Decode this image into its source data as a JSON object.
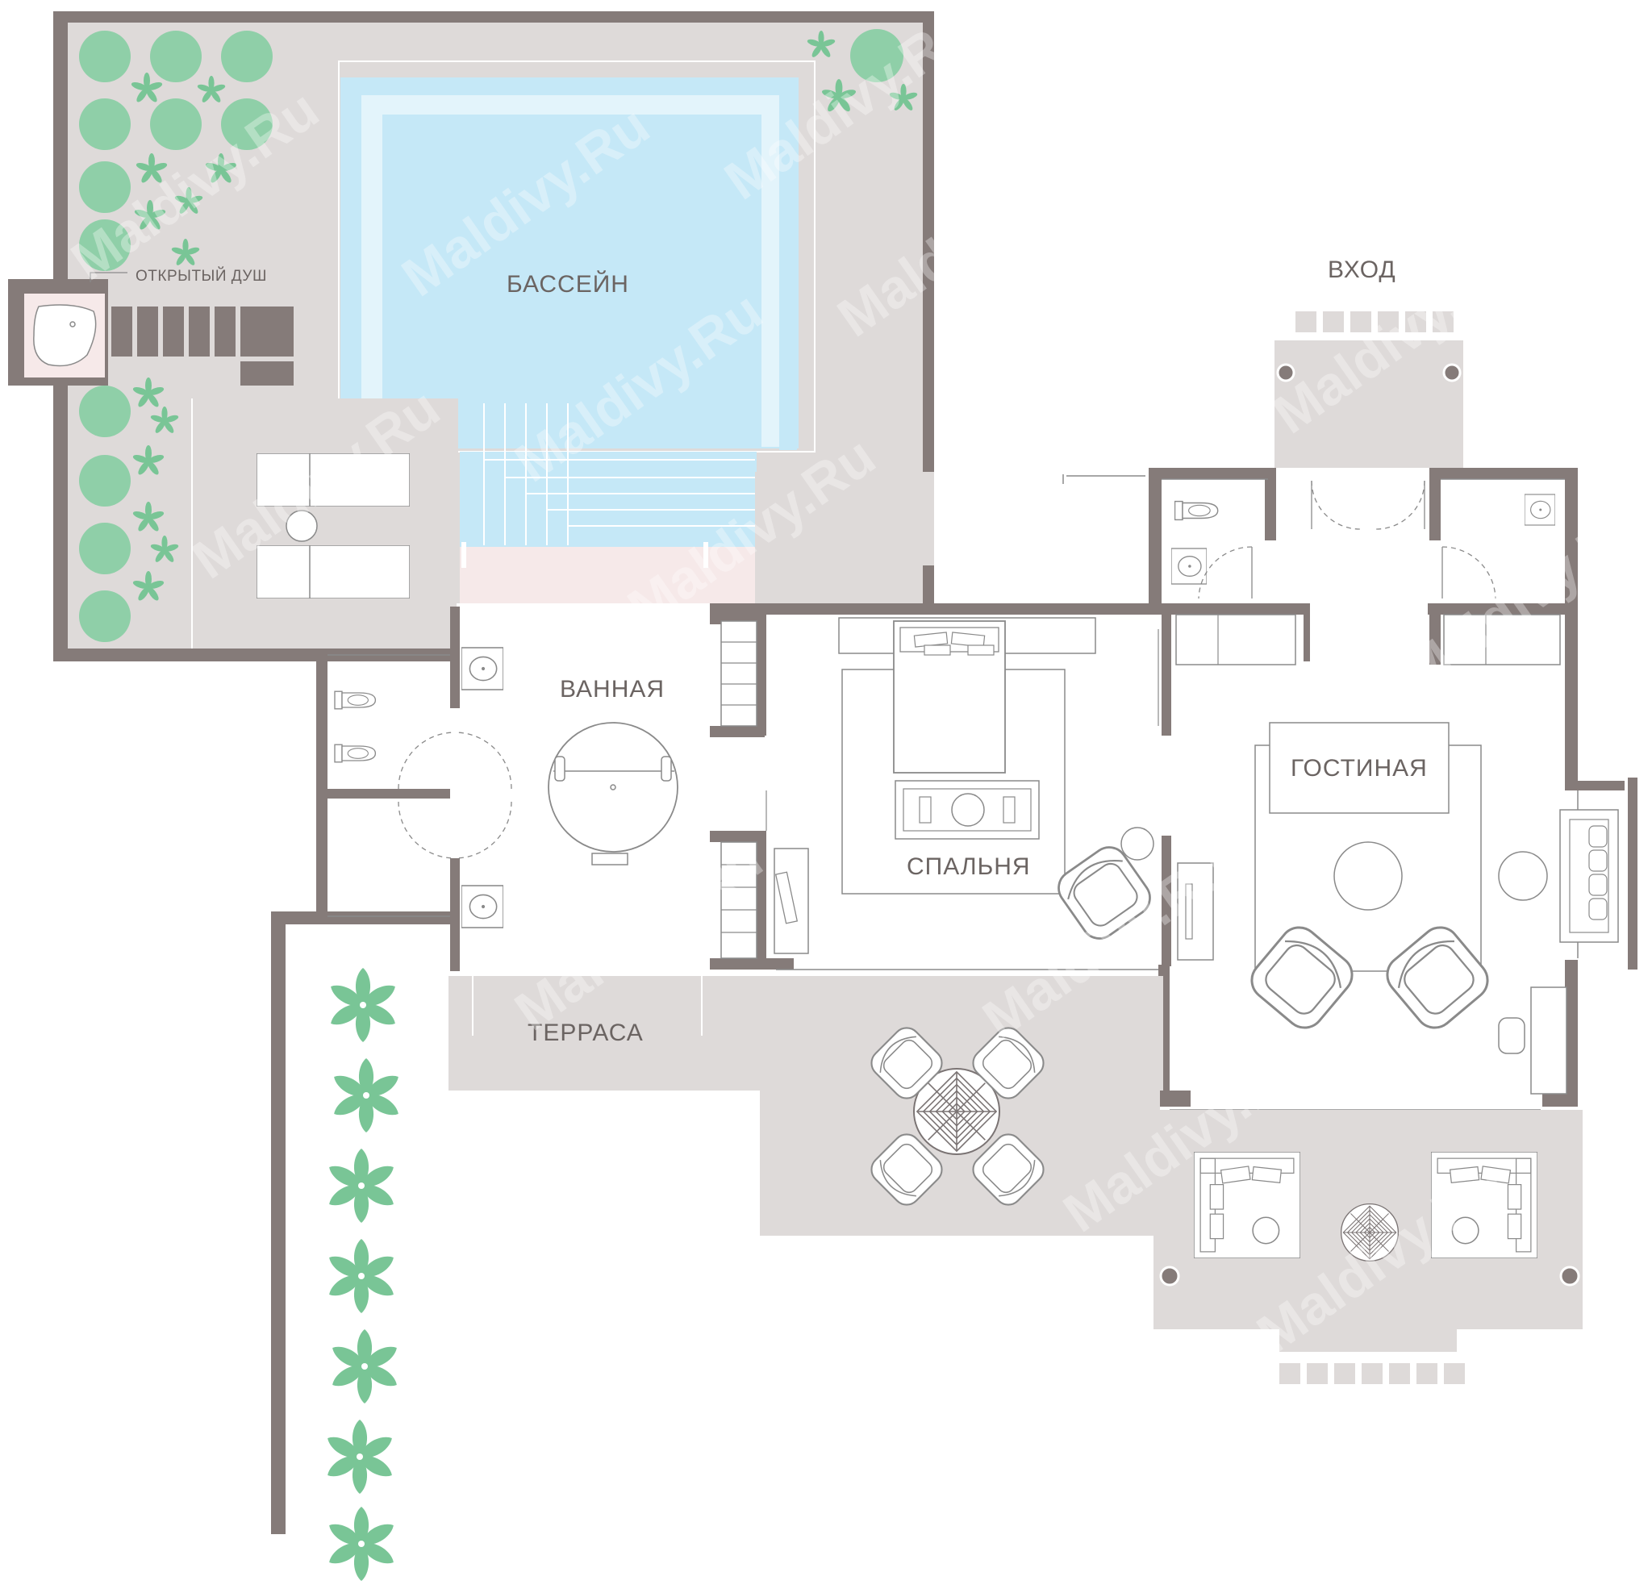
{
  "labels": {
    "pool": "БАССЕЙН",
    "outdoor_shower": "ОТКРЫТЫЙ ДУШ",
    "entrance": "ВХОД",
    "bathroom": "ВАННАЯ",
    "living_room": "ГОСТИНАЯ",
    "bedroom": "СПАЛЬНЯ",
    "terrace": "ТЕРРАСА"
  },
  "watermark": "Maldivy.Ru",
  "colors": {
    "wall": "#857b79",
    "deck": "#dedad9",
    "pool_water": "#c5e8f7",
    "pool_step": "#e3f4fb",
    "pool_edge": "#f6e9e9",
    "plant": "#8fcfa8",
    "plant_leaf": "#79c596",
    "outline": "#8a8a8a",
    "text": "#6b6462"
  },
  "icons": [
    "tree-icon",
    "palm-icon",
    "bathtub-icon",
    "toilet-icon",
    "sink-icon",
    "bed-icon",
    "armchair-icon",
    "table-icon",
    "sofa-icon",
    "lounger-icon",
    "door-icon"
  ]
}
